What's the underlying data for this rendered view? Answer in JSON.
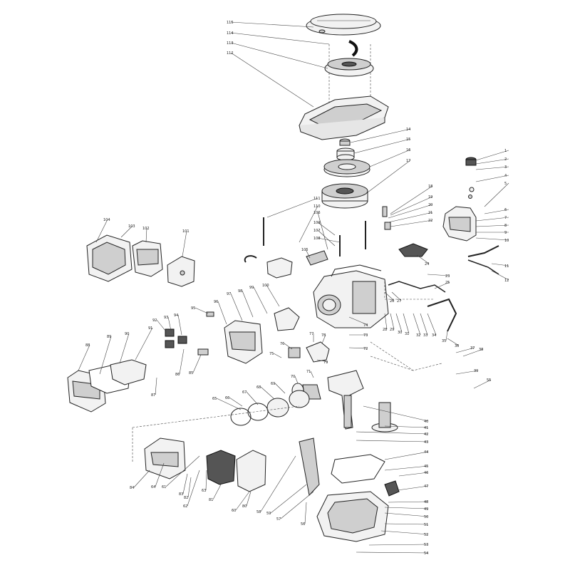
{
  "labels": [
    {
      "text": "115",
      "id": "115"
    },
    {
      "text": "114",
      "id": "114"
    },
    {
      "text": "113",
      "id": "113"
    },
    {
      "text": "112",
      "id": "112"
    },
    {
      "text": "14",
      "id": "14"
    },
    {
      "text": "15",
      "id": "15"
    },
    {
      "text": "16",
      "id": "16"
    },
    {
      "text": "17",
      "id": "17"
    },
    {
      "text": "1",
      "id": "1"
    },
    {
      "text": "2",
      "id": "2"
    },
    {
      "text": "3",
      "id": "3"
    },
    {
      "text": "4",
      "id": "4"
    },
    {
      "text": "5",
      "id": "5"
    },
    {
      "text": "6",
      "id": "6"
    },
    {
      "text": "7",
      "id": "7"
    },
    {
      "text": "8",
      "id": "8"
    },
    {
      "text": "9",
      "id": "9"
    },
    {
      "text": "10",
      "id": "10"
    },
    {
      "text": "11",
      "id": "11"
    },
    {
      "text": "12",
      "id": "12"
    },
    {
      "text": "18",
      "id": "18"
    },
    {
      "text": "19",
      "id": "19"
    },
    {
      "text": "20",
      "id": "20"
    },
    {
      "text": "21",
      "id": "21"
    },
    {
      "text": "22",
      "id": "22"
    },
    {
      "text": "23",
      "id": "23"
    },
    {
      "text": "24",
      "id": "24"
    },
    {
      "text": "25",
      "id": "25"
    },
    {
      "text": "26",
      "id": "26"
    },
    {
      "text": "27",
      "id": "27"
    },
    {
      "text": "28",
      "id": "28"
    },
    {
      "text": "29",
      "id": "29"
    },
    {
      "text": "30",
      "id": "30"
    },
    {
      "text": "31",
      "id": "31"
    },
    {
      "text": "32",
      "id": "32"
    },
    {
      "text": "33",
      "id": "33"
    },
    {
      "text": "34",
      "id": "34"
    },
    {
      "text": "35",
      "id": "35"
    },
    {
      "text": "36",
      "id": "36"
    },
    {
      "text": "37",
      "id": "37"
    },
    {
      "text": "38",
      "id": "38"
    },
    {
      "text": "39",
      "id": "39"
    },
    {
      "text": "40",
      "id": "40"
    },
    {
      "text": "41",
      "id": "41"
    },
    {
      "text": "42",
      "id": "42"
    },
    {
      "text": "43",
      "id": "43"
    },
    {
      "text": "44",
      "id": "44"
    },
    {
      "text": "45",
      "id": "45"
    },
    {
      "text": "46",
      "id": "46"
    },
    {
      "text": "47",
      "id": "47"
    },
    {
      "text": "48",
      "id": "48"
    },
    {
      "text": "49",
      "id": "49"
    },
    {
      "text": "50",
      "id": "50"
    },
    {
      "text": "51",
      "id": "51"
    },
    {
      "text": "52",
      "id": "52"
    },
    {
      "text": "53",
      "id": "53"
    },
    {
      "text": "54",
      "id": "54"
    },
    {
      "text": "55",
      "id": "55"
    },
    {
      "text": "56",
      "id": "56"
    },
    {
      "text": "57",
      "id": "57"
    },
    {
      "text": "58",
      "id": "58"
    },
    {
      "text": "59",
      "id": "59"
    },
    {
      "text": "60",
      "id": "60"
    },
    {
      "text": "61",
      "id": "61"
    },
    {
      "text": "62",
      "id": "62"
    },
    {
      "text": "63",
      "id": "63"
    },
    {
      "text": "64",
      "id": "64"
    },
    {
      "text": "65",
      "id": "65"
    },
    {
      "text": "66",
      "id": "66"
    },
    {
      "text": "67",
      "id": "67"
    },
    {
      "text": "68",
      "id": "68"
    },
    {
      "text": "69",
      "id": "69"
    },
    {
      "text": "70",
      "id": "70"
    },
    {
      "text": "71",
      "id": "71"
    },
    {
      "text": "72",
      "id": "72"
    },
    {
      "text": "73",
      "id": "73"
    },
    {
      "text": "74",
      "id": "74"
    },
    {
      "text": "75",
      "id": "75"
    },
    {
      "text": "76",
      "id": "76"
    },
    {
      "text": "77",
      "id": "77"
    },
    {
      "text": "78",
      "id": "78"
    },
    {
      "text": "79",
      "id": "79"
    },
    {
      "text": "80",
      "id": "80"
    },
    {
      "text": "81",
      "id": "81"
    },
    {
      "text": "82",
      "id": "82"
    },
    {
      "text": "83",
      "id": "83"
    },
    {
      "text": "84",
      "id": "84"
    },
    {
      "text": "85",
      "id": "85"
    },
    {
      "text": "86",
      "id": "86"
    },
    {
      "text": "87",
      "id": "87"
    },
    {
      "text": "88",
      "id": "88"
    },
    {
      "text": "89",
      "id": "89"
    },
    {
      "text": "90",
      "id": "90"
    },
    {
      "text": "91",
      "id": "91"
    },
    {
      "text": "92",
      "id": "92"
    },
    {
      "text": "93",
      "id": "93"
    },
    {
      "text": "94",
      "id": "94"
    },
    {
      "text": "95",
      "id": "95"
    },
    {
      "text": "96",
      "id": "96"
    },
    {
      "text": "97",
      "id": "97"
    },
    {
      "text": "98",
      "id": "98"
    },
    {
      "text": "99",
      "id": "99"
    },
    {
      "text": "100",
      "id": "100"
    },
    {
      "text": "101",
      "id": "101"
    },
    {
      "text": "102",
      "id": "102"
    },
    {
      "text": "103",
      "id": "103"
    },
    {
      "text": "104",
      "id": "104"
    },
    {
      "text": "105",
      "id": "105"
    },
    {
      "text": "106",
      "id": "106"
    },
    {
      "text": "107",
      "id": "107"
    },
    {
      "text": "108",
      "id": "108"
    },
    {
      "text": "109",
      "id": "109"
    },
    {
      "text": "110",
      "id": "110"
    },
    {
      "text": "111",
      "id": "111"
    }
  ],
  "colors": {
    "line": "#222222",
    "fill": "#f2f2f2",
    "dark": "#555555",
    "background": "#ffffff"
  }
}
